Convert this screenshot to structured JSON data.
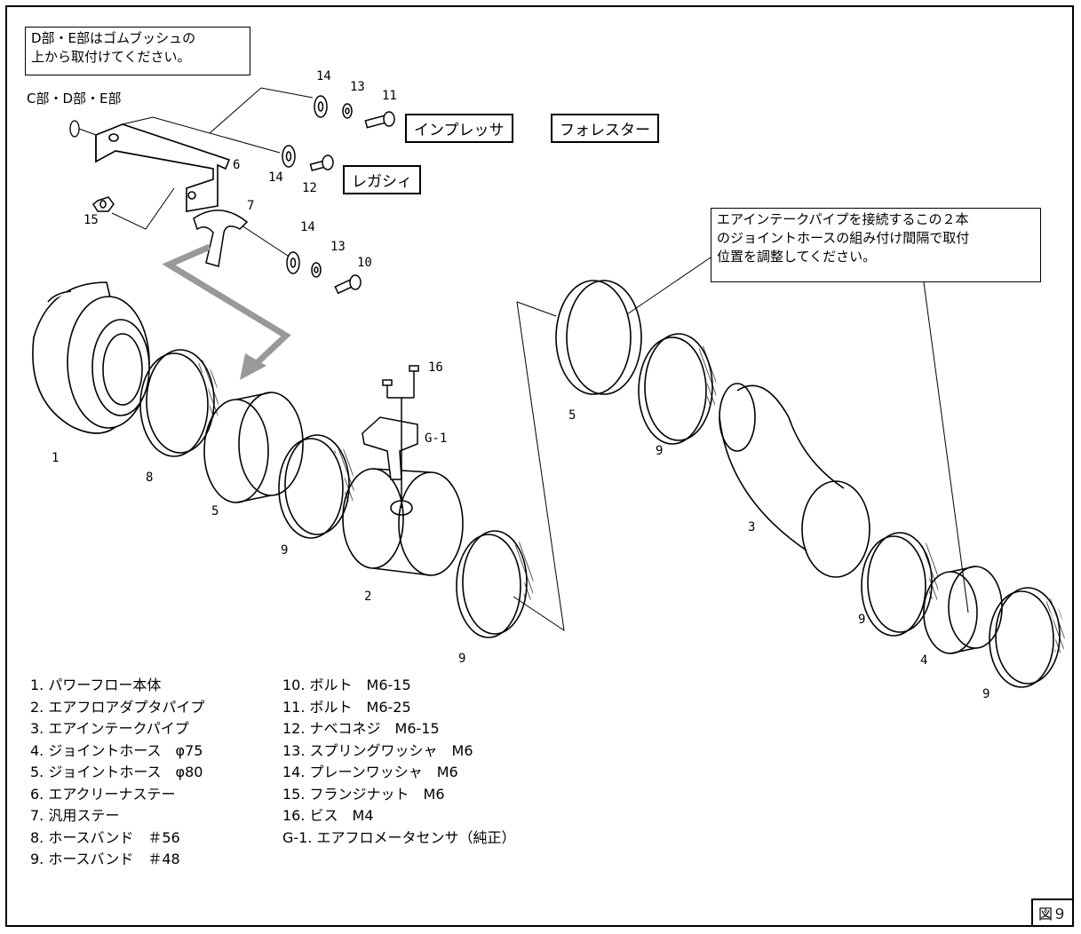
{
  "notes": {
    "top_left": "D部・E部はゴムブッシュの\n上から取付けてください。",
    "right": "エアインテークパイプを接続するこの２本\nのジョイントホースの組み付け間隔で取付\n位置を調整してください。"
  },
  "section_label": "C部・D部・E部",
  "car_labels": {
    "impreza": "インプレッサ",
    "forester": "フォレスター",
    "legacy": "レガシィ"
  },
  "part_numbers": {
    "n14a": "14",
    "n13a": "13",
    "n11": "11",
    "n6": "6",
    "n14b": "14",
    "n12": "12",
    "n15": "15",
    "n7": "7",
    "n14c": "14",
    "n13b": "13",
    "n10": "10",
    "n16": "16",
    "g1": "G-1",
    "n1": "1",
    "n8": "8",
    "n5a": "5",
    "n9a": "9",
    "n2": "2",
    "n9b": "9",
    "n5b": "5",
    "n9c": "9",
    "n3": "3",
    "n9d": "9",
    "n4": "4",
    "n9e": "9"
  },
  "legend_left": [
    "1. パワーフロー本体",
    "2. エアフロアダプタパイプ",
    "3. エアインテークパイプ",
    "4. ジョイントホース　φ75",
    "5. ジョイントホース　φ80",
    "6. エアクリーナステー",
    "7. 汎用ステー",
    "8. ホースバンド　＃56",
    "9. ホースバンド　＃48"
  ],
  "legend_right": [
    "10. ボルト　M6-15",
    "11. ボルト　M6-25",
    "12. ナベコネジ　M6-15",
    "13. スプリングワッシャ　M6",
    "14. プレーンワッシャ　M6",
    "15. フランジナット　M6",
    "16. ビス　M4",
    "G-1. エアフロメータセンサ（純正）"
  ],
  "figure_label": "図９"
}
